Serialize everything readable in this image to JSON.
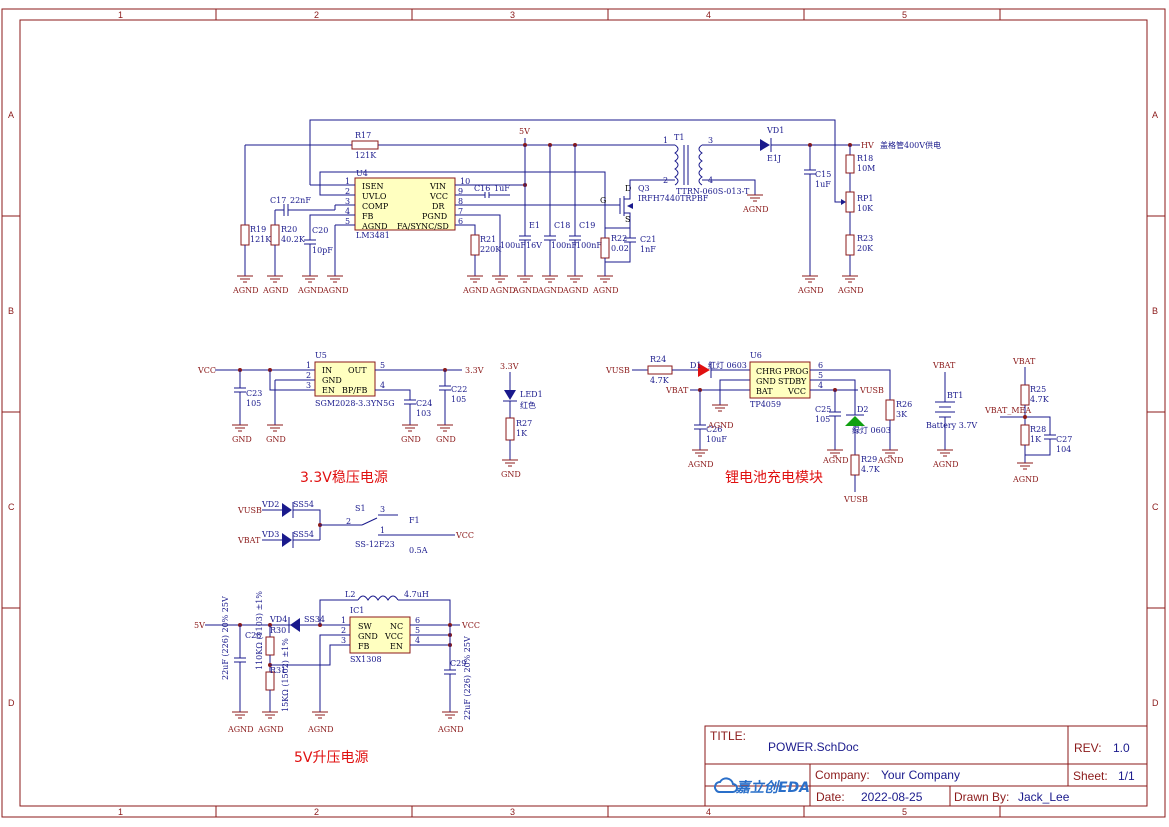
{
  "frame": {
    "col_labels": [
      "1",
      "2",
      "3",
      "4",
      "5"
    ],
    "row_labels": [
      "A",
      "B",
      "C",
      "D"
    ]
  },
  "sections": {
    "ldo": "3.3V稳压电源",
    "charger": "锂电池充电模块",
    "boost": "5V升压电源"
  },
  "hv": {
    "net_5v": "5V",
    "r17": "R17",
    "r17_val": "121K",
    "u4": "U4",
    "u4_part": "LM3481",
    "u4_pins_left": [
      "ISEN",
      "UVLO",
      "COMP",
      "FB",
      "AGND"
    ],
    "u4_pins_left_num": [
      "1",
      "2",
      "3",
      "4",
      "5"
    ],
    "u4_pins_right": [
      "VIN",
      "VCC",
      "DR",
      "PGND",
      "FA/SYNC/SD"
    ],
    "u4_pins_right_num": [
      "10",
      "9",
      "8",
      "7",
      "6"
    ],
    "c16": "C16",
    "c16_val": "1uF",
    "c17": "C17",
    "c17_val": "22nF",
    "r19": "R19",
    "r19_val": "121K",
    "r20": "R20",
    "r20_val": "40.2K",
    "c20": "C20",
    "c20_val": "10pF",
    "r21": "R21",
    "r21_val": "220K",
    "e1": "E1",
    "e1_val": "100uF16V",
    "c18": "C18",
    "c18_val": "100nF",
    "c19": "C19",
    "c19_val": "100nF",
    "r22": "R22",
    "r22_val": "0.02",
    "c21": "C21",
    "c21_val": "1nF",
    "q3": "Q3",
    "q3_part": "IRFH7440TRPBF",
    "q_g": "G",
    "q_d": "D",
    "q_s": "S",
    "t1": "T1",
    "t1_part": "TTRN-060S-013-T",
    "t1_pins": [
      "1",
      "2",
      "3",
      "4"
    ],
    "vd1": "VD1",
    "vd1_part": "E1J",
    "hv_net": "HV",
    "hv_note": "盖格管400V供电",
    "c15": "C15",
    "c15_val": "1uF",
    "r18": "R18",
    "r18_val": "10M",
    "rp1": "RP1",
    "rp1_val": "10K",
    "r23": "R23",
    "r23_val": "20K",
    "agnd": "AGND"
  },
  "ldo": {
    "vcc": "VCC",
    "u5": "U5",
    "u5_part": "SGM2028-3.3YN5G",
    "u5_pins_left": [
      "IN",
      "GND",
      "EN"
    ],
    "u5_pins_left_num": [
      "1",
      "2",
      "3"
    ],
    "u5_pins_right": [
      "OUT",
      "BP/FB"
    ],
    "u5_pins_right_num": [
      "5",
      "4"
    ],
    "out_net": "3.3V",
    "c23": "C23",
    "c23_val": "105",
    "c24": "C24",
    "c24_val": "103",
    "c22": "C22",
    "c22_val": "105",
    "gnd": "GND",
    "led1_net": "3.3V",
    "led1": "LED1",
    "led1_color": "红色",
    "r27": "R27",
    "r27_val": "1K"
  },
  "charger": {
    "vusb": "VUSB",
    "r24": "R24",
    "r24_val": "4.7K",
    "d1": "D1",
    "d1_note": "红灯 0603",
    "vbat": "VBAT",
    "u6": "U6",
    "u6_part": "TP4059",
    "u6_pins_left": [
      "CHRG",
      "GND",
      "BAT"
    ],
    "u6_pins_right": [
      "PROG",
      "STDBY",
      "VCC"
    ],
    "u6_pins_right_num": [
      "6",
      "5",
      "4"
    ],
    "c26": "C26",
    "c26_val": "10uF",
    "c25": "C25",
    "c25_val": "105",
    "d2": "D2",
    "d2_note": "绿灯 0603",
    "r26": "R26",
    "r26_val": "3K",
    "r29": "R29",
    "r29_val": "4.7K",
    "agnd": "AGND",
    "bt1": "BT1",
    "bt1_val": "Battery 3.7V",
    "vbat_mea": "VBAT_MEA",
    "r25": "R25",
    "r25_val": "4.7K",
    "r28": "R28",
    "r28_val": "1K",
    "c27": "C27",
    "c27_val": "104"
  },
  "switch": {
    "vusb": "VUSB",
    "vbat": "VBAT",
    "vd2": "VD2",
    "vd3": "VD3",
    "ss54": "SS54",
    "s1": "S1",
    "s1_part": "SS-12F23",
    "s1_pins": [
      "1",
      "2",
      "3"
    ],
    "f1": "F1",
    "f1_val": "0.5A",
    "vcc": "VCC"
  },
  "boost": {
    "in_net": "5V",
    "l2": "L2",
    "l2_val": "4.7uH",
    "ic1": "IC1",
    "ic1_part": "SX1308",
    "ic1_pins_left": [
      "SW",
      "GND",
      "FB"
    ],
    "ic1_pins_left_num": [
      "1",
      "2",
      "3"
    ],
    "ic1_pins_right": [
      "NC",
      "VCC",
      "EN"
    ],
    "ic1_pins_right_num": [
      "6",
      "5",
      "4"
    ],
    "vd4": "VD4",
    "vd4_part": "SS34",
    "c28": "C28",
    "c28_val": "22uF (226) 20% 25V",
    "r30": "R30",
    "r30_val": "110KΩ (1103) ±1%",
    "r31": "R31",
    "r31_val": "15KΩ (1502) ±1%",
    "c29": "C29",
    "c29_val": "22uF (226) 20% 25V",
    "vcc": "VCC",
    "agnd": "AGND"
  },
  "titleblock": {
    "title_label": "TITLE:",
    "title": "POWER.SchDoc",
    "rev_label": "REV:",
    "rev": "1.0",
    "logo": "嘉立创EDA",
    "company_label": "Company:",
    "company": "Your Company",
    "sheet_label": "Sheet:",
    "sheet": "1/1",
    "date_label": "Date:",
    "date": "2022-08-25",
    "drawn_label": "Drawn By:",
    "drawn": "Jack_Lee"
  }
}
